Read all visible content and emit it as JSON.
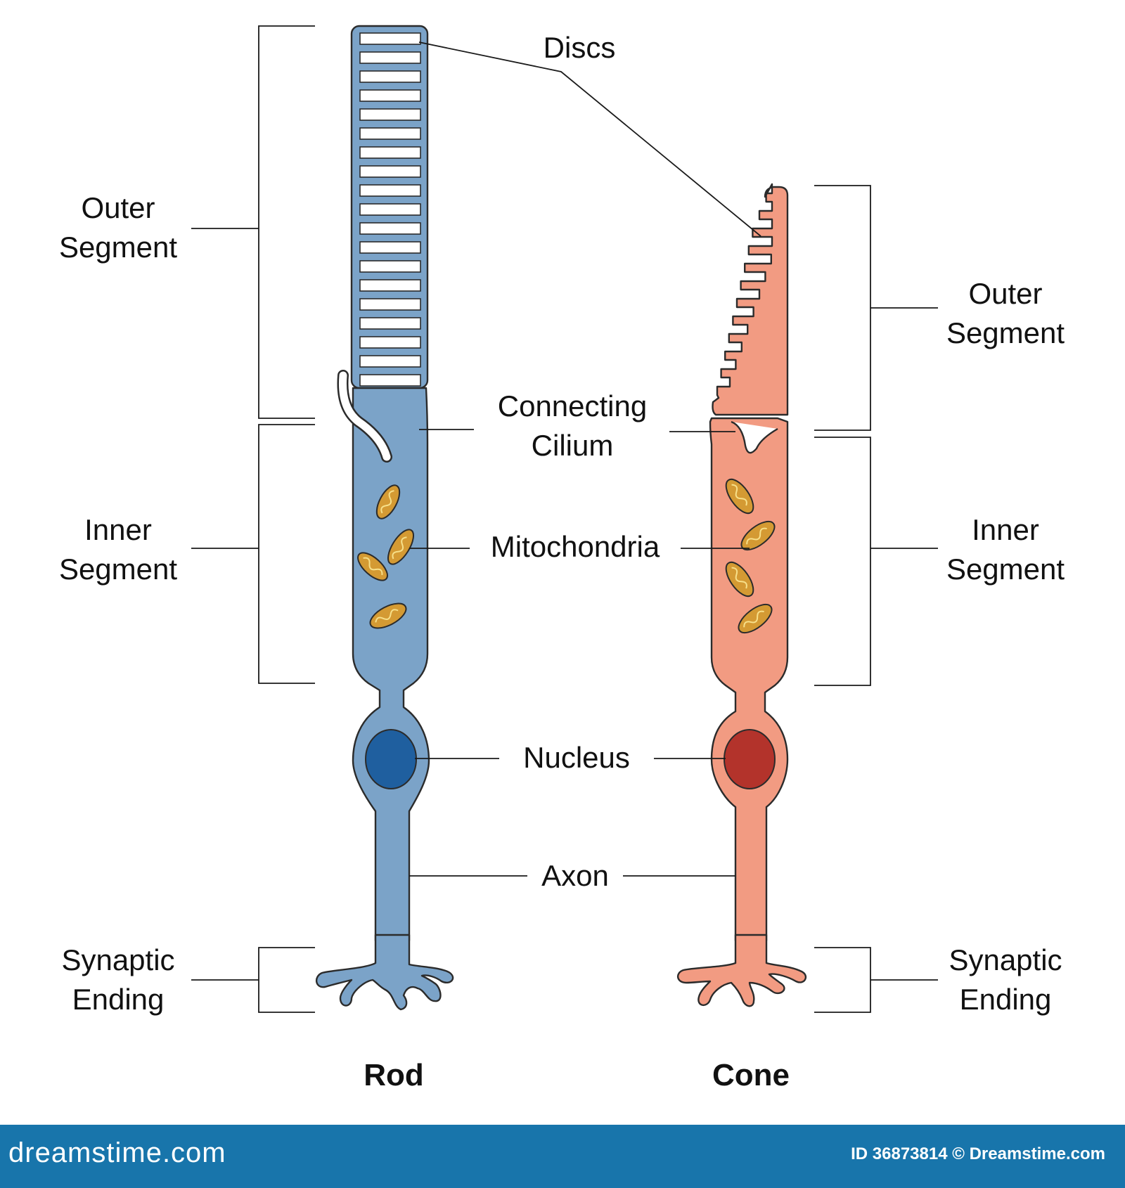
{
  "colors": {
    "rod_fill": "#7ba3c8",
    "cone_fill": "#f29b82",
    "rod_nucleus": "#1f5f9f",
    "cone_nucleus": "#b3332b",
    "mitochondria": "#d49a33",
    "footer_bg": "#1875ab"
  },
  "labels": {
    "left_outer_segment": [
      "Outer",
      "Segment"
    ],
    "left_inner_segment": [
      "Inner",
      "Segment"
    ],
    "left_synaptic_ending": [
      "Synaptic",
      "Ending"
    ],
    "right_outer_segment": [
      "Outer",
      "Segment"
    ],
    "right_inner_segment": [
      "Inner",
      "Segment"
    ],
    "right_synaptic_ending": [
      "Synaptic",
      "Ending"
    ],
    "discs": "Discs",
    "connecting_cilium": [
      "Connecting",
      "Cilium"
    ],
    "mitochondria": "Mitochondria",
    "nucleus": "Nucleus",
    "axon": "Axon",
    "rod": "Rod",
    "cone": "Cone"
  },
  "footer": {
    "logo": "dreamstime.com",
    "id_text": "ID 36873814 © Dreamstime.com"
  }
}
